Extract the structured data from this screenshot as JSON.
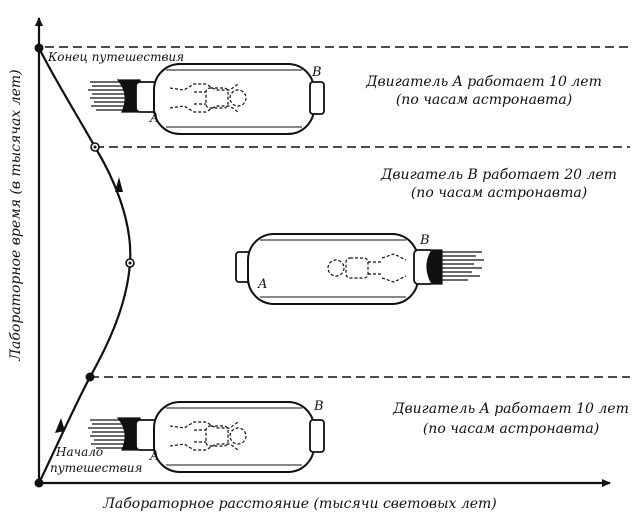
{
  "axes": {
    "y_label": "Лабораторное время (в тысячах лет)",
    "x_label": "Лабораторное расстояние (тысячи световых лет)"
  },
  "trajectory": {
    "start_label_line1": "Начало",
    "start_label_line2": "путешествия",
    "end_label": "Конец путешествия"
  },
  "segments": [
    {
      "line1": "Двигатель A работает 10 лет",
      "line2": "(по часам астронавта)"
    },
    {
      "line1": "Двигатель B работает 20 лет",
      "line2": "(по часам астронавта)"
    },
    {
      "line1": "Двигатель A работает 10 лет",
      "line2": "(по часам астронавта)"
    }
  ],
  "ship_labels": {
    "top": {
      "front": "A",
      "back": "B"
    },
    "middle": {
      "front": "A",
      "back": "B"
    },
    "bottom": {
      "front": "A",
      "back": "B"
    }
  },
  "colors": {
    "ink": "#111111",
    "background": "#ffffff"
  }
}
